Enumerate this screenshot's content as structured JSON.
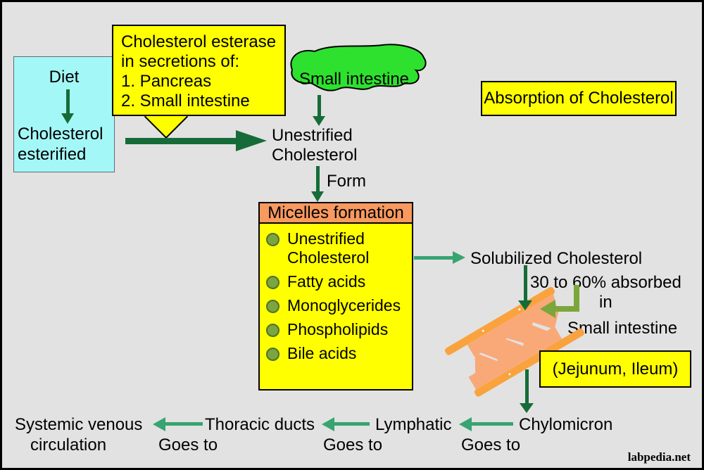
{
  "colors": {
    "bg": "#e2e2e2",
    "cyan": "#a4f7f7",
    "yellow": "#ffff00",
    "blob_green": "#2ee12e",
    "header_orange": "#f8995f",
    "dark_green": "#166c38",
    "sea_green": "#38a471",
    "olive_green": "#7aa63c",
    "bar_orange": "#faa23e",
    "villi_salmon": "#f9a878",
    "bullet_green": "#7ca440",
    "bullet_border": "#4f7028",
    "text": "#000000"
  },
  "diet_box": {
    "title": "Diet",
    "body_line1": "Cholesterol",
    "body_line2": "esterified"
  },
  "callout": {
    "line1": "Cholesterol esterase",
    "line2": "in secretions of:",
    "line3": "1. Pancreas",
    "line4": "2. Small intestine"
  },
  "blob": {
    "label": "Small intestine"
  },
  "absorption_box": {
    "label": "Absorption of Cholesterol"
  },
  "unestrified": {
    "line1": "Unestrified",
    "line2": "Cholesterol"
  },
  "form_label": "Form",
  "micelles": {
    "header": "Micelles formation",
    "items": [
      "Unestrified Cholesterol",
      "Fatty acids",
      "Monoglycerides",
      "Phospholipids",
      "Bile acids"
    ]
  },
  "solubilized": {
    "label": "Solubilized Cholesterol",
    "absorbed_line1": "30 to 60% absorbed",
    "absorbed_line2": "in",
    "location": "Small intestine"
  },
  "jejunum_box": {
    "label": "(Jejunum, Ileum)"
  },
  "chain": {
    "chylomicron": "Chylomicron",
    "lymphatic": "Lymphatic",
    "thoracic": "Thoracic ducts",
    "systemic_line1": "Systemic venous",
    "systemic_line2": "circulation",
    "goes_to": "Goes to"
  },
  "watermark": "labpedia.net"
}
